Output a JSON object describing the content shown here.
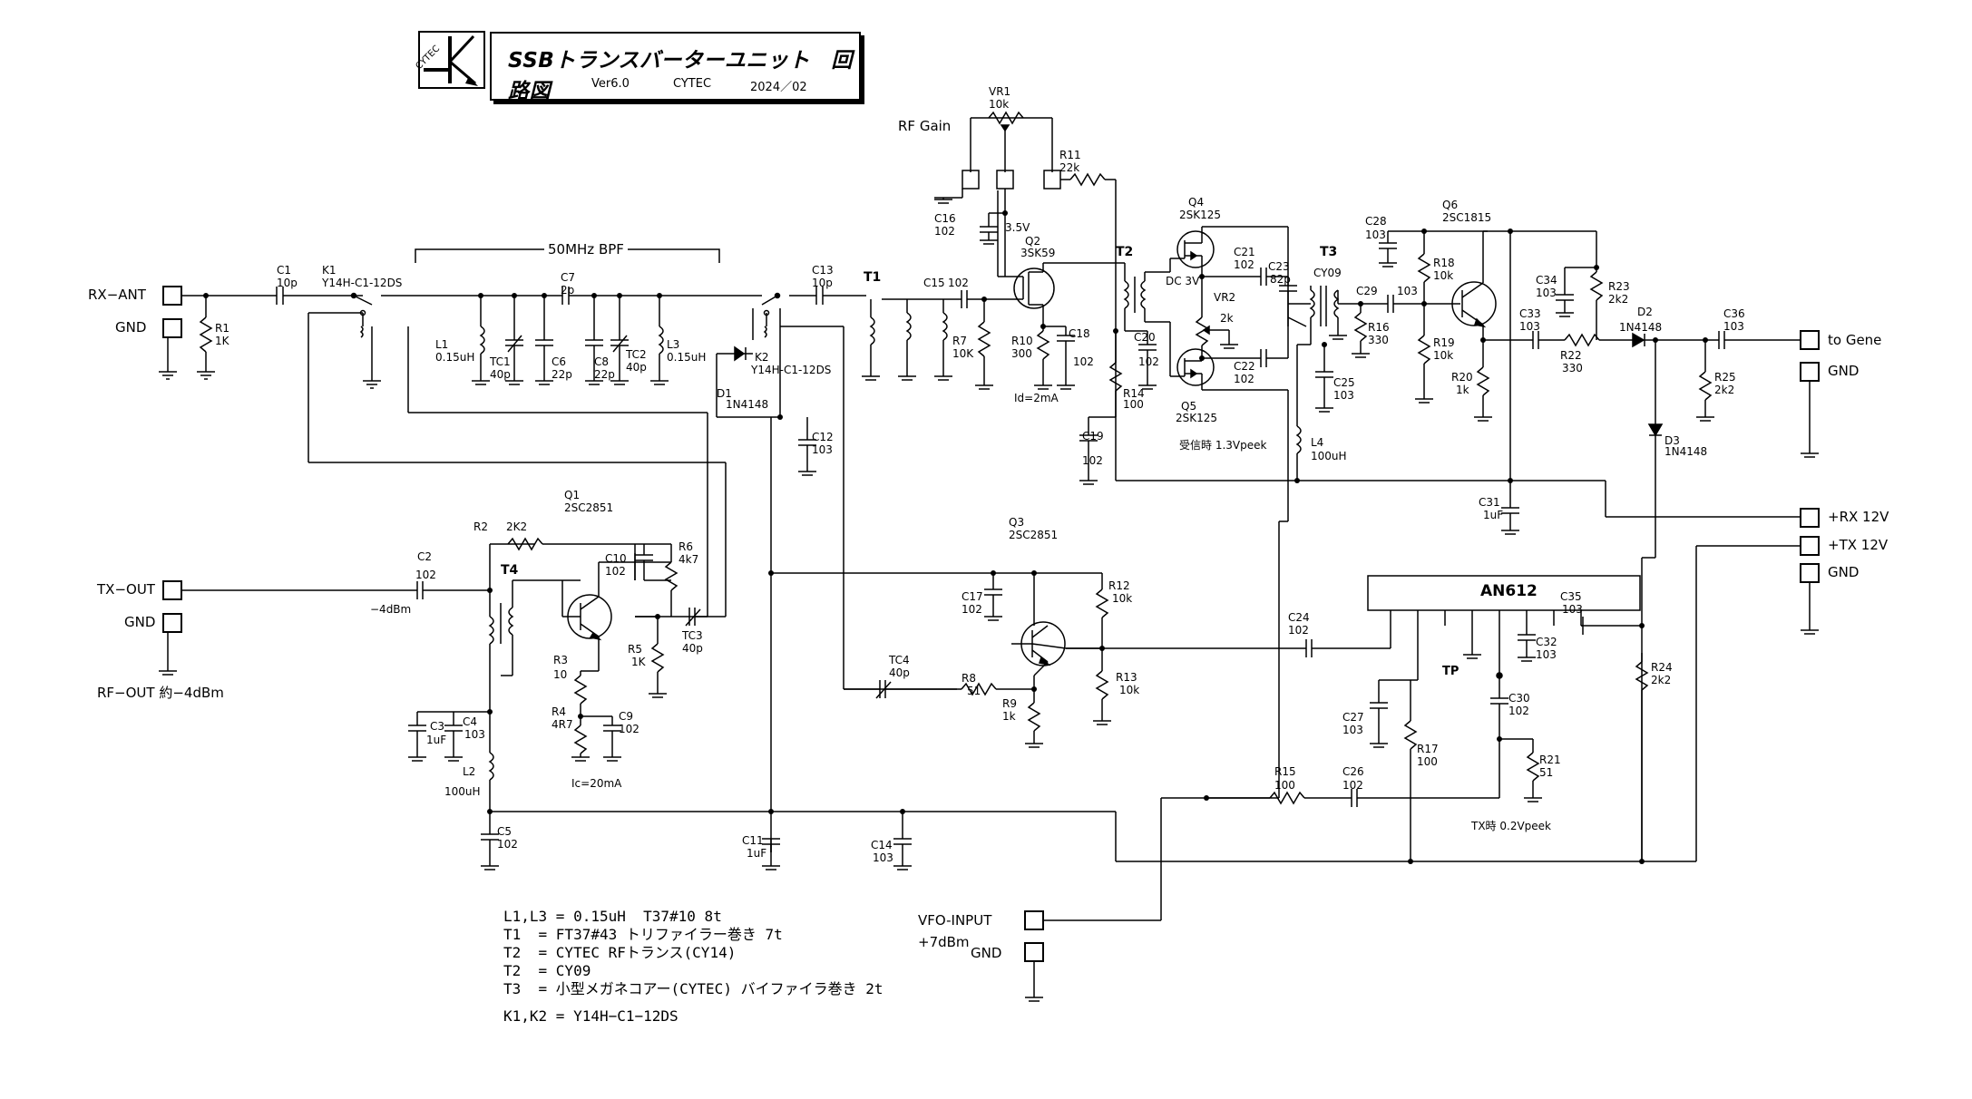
{
  "title": {
    "main": "SSBトランスバーターユニット　回路図",
    "version": "Ver6.0",
    "company": "CYTEC",
    "date": "2024／02",
    "logo_text": "CYTEC"
  },
  "ports": {
    "rx_ant": "RX−ANT",
    "gnd1": "GND",
    "tx_out": "TX−OUT",
    "gnd2": "GND",
    "rf_out": "RF−OUT 約−4dBm",
    "to_gene": "to Gene",
    "gnd3": "GND",
    "rx12": "+RX 12V",
    "tx12": "+TX 12V",
    "gnd4": "GND",
    "vfo": "VFO-INPUT",
    "vfo_level": "+7dBm",
    "gnd5": "GND",
    "rf_gain": "RF Gain"
  },
  "bpf_label": "50MHz BPF",
  "ic_label": "AN612",
  "components": {
    "c1": "C1",
    "c1v": "10p",
    "k1": "K1",
    "k1v": "Y14H-C1-12DS",
    "r1": "R1",
    "r1v": "1K",
    "l1": "L1",
    "l1v": "0.15uH",
    "tc1": "TC1",
    "tc1v": "40p",
    "c6": "C6",
    "c6v": "22p",
    "c7": "C7",
    "c7v": "2p",
    "c8": "C8",
    "c8v": "22p",
    "tc2": "TC2",
    "tc2v": "40p",
    "l3": "L3",
    "l3v": "0.15uH",
    "k2": "K2",
    "k2v": "Y14H-C1-12DS",
    "d1": "D1",
    "d1v": "1N4148",
    "c12": "C12",
    "c12v": "103",
    "c13": "C13",
    "c13v": "10p",
    "t1": "T1",
    "c15": "C15",
    "c15v": "102",
    "r7": "R7",
    "r7v": "10K",
    "vr1": "VR1",
    "vr1v": "10k",
    "c16": "C16",
    "c16v": "102",
    "v35": "3.5V",
    "q2": "Q2",
    "q2v": "3SK59",
    "r11": "R11",
    "r11v": "22k",
    "r10": "R10",
    "r10v": "300",
    "c18": "C18",
    "c18v": "102",
    "id": "Id=2mA",
    "t2": "T2",
    "c20": "C20",
    "c20v": "102",
    "r14": "R14",
    "r14v": "100",
    "c19": "C19",
    "c19v": "102",
    "q4": "Q4",
    "q4v": "2SK125",
    "dc3v": "DC 3V",
    "vr2": "VR2",
    "vr2v": "2k",
    "c21": "C21",
    "c21v": "102",
    "c22": "C22",
    "c22v": "102",
    "q5": "Q5",
    "q5v": "2SK125",
    "rx_note": "受信時 1.3Vpeek",
    "c23": "C23",
    "c23v": "82p",
    "t3": "T3",
    "t3v": "CY09",
    "c25": "C25",
    "c25v": "103",
    "l4": "L4",
    "l4v": "100uH",
    "c28": "C28",
    "c28v": "103",
    "c29": "C29",
    "c29v": "103",
    "r16": "R16",
    "r16v": "330",
    "r18": "R18",
    "r18v": "10k",
    "r19": "R19",
    "r19v": "10k",
    "r20": "R20",
    "r20v": "1k",
    "q6": "Q6",
    "q6v": "2SC1815",
    "c34": "C34",
    "c34v": "103",
    "c33": "C33",
    "c33v": "103",
    "r22": "R22",
    "r22v": "330",
    "r23": "R23",
    "r23v": "2k2",
    "d2": "D2",
    "d2v": "1N4148",
    "c36": "C36",
    "c36v": "103",
    "r25": "R25",
    "r25v": "2k2",
    "d3": "D3",
    "d3v": "1N4148",
    "c31": "C31",
    "c31v": "1uF",
    "q1": "Q1",
    "q1v": "2SC2851",
    "r2": "R2",
    "r2v": "2K2",
    "c2": "C2",
    "c2v": "102",
    "level": "−4dBm",
    "t4": "T4",
    "c10": "C10",
    "c10v": "102",
    "r6": "R6",
    "r6v": "4k7",
    "r5": "R5",
    "r5v": "1K",
    "tc3": "TC3",
    "tc3v": "40p",
    "r3": "R3",
    "r3v": "10",
    "r4": "R4",
    "r4v": "4R7",
    "c9": "C9",
    "c9v": "102",
    "ic": "Ic=20mA",
    "c3": "C3",
    "c3v": "1uF",
    "c4": "C4",
    "c4v": "103",
    "l2": "L2",
    "l2v": "100uH",
    "c5": "C5",
    "c5v": "102",
    "q3": "Q3",
    "q3v": "2SC2851",
    "c17": "C17",
    "c17v": "102",
    "r12": "R12",
    "r12v": "10k",
    "tc4": "TC4",
    "tc4v": "40p",
    "r8": "R8",
    "r8v": "51",
    "r9": "R9",
    "r9v": "1k",
    "r13": "R13",
    "r13v": "10k",
    "c11": "C11",
    "c11v": "1uF",
    "c14": "C14",
    "c14v": "103",
    "c24": "C24",
    "c24v": "102",
    "c35": "C35",
    "c35v": "103",
    "c32": "C32",
    "c32v": "103",
    "tp": "TP",
    "c27": "C27",
    "c27v": "103",
    "r17": "R17",
    "r17v": "100",
    "c30": "C30",
    "c30v": "102",
    "r21": "R21",
    "r21v": "51",
    "r24": "R24",
    "r24v": "2k2",
    "r15": "R15",
    "r15v": "100",
    "c26": "C26",
    "c26v": "102",
    "tx_note": "TX時 0.2Vpeek"
  },
  "notes": [
    "L1,L3 = 0.15uH  T37#10 8t",
    "T1  = FT37#43 トリファイラー巻き 7t",
    "T2  = CYTEC RFトランス(CY14)",
    "T2  = CY09",
    "T3  = 小型メガネコアー(CYTEC) バイファイラ巻き 2t",
    "K1,K2 = Y14H−C1−12DS"
  ]
}
